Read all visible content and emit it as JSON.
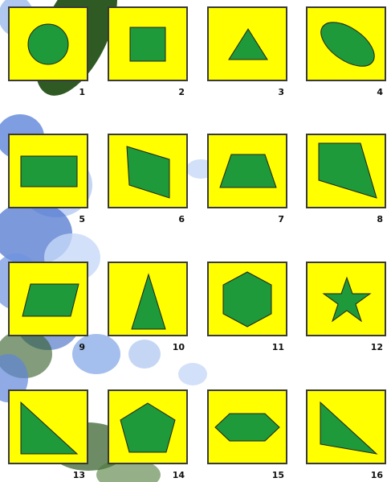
{
  "colors": {
    "card": "#ffff00",
    "shape": "#1e9a3a",
    "border": "#3a3a3a"
  },
  "cards": [
    {
      "label": "1",
      "shape": "circle"
    },
    {
      "label": "2",
      "shape": "square"
    },
    {
      "label": "3",
      "shape": "triangle"
    },
    {
      "label": "4",
      "shape": "ellipse"
    },
    {
      "label": "5",
      "shape": "rectangle"
    },
    {
      "label": "6",
      "shape": "quadrilateral"
    },
    {
      "label": "7",
      "shape": "trapezoid"
    },
    {
      "label": "8",
      "shape": "quadrilateral"
    },
    {
      "label": "9",
      "shape": "parallelogram"
    },
    {
      "label": "10",
      "shape": "tall-triangle"
    },
    {
      "label": "11",
      "shape": "hexagon"
    },
    {
      "label": "12",
      "shape": "star"
    },
    {
      "label": "13",
      "shape": "right-triangle"
    },
    {
      "label": "14",
      "shape": "pentagon"
    },
    {
      "label": "15",
      "shape": "flat-hexagon"
    },
    {
      "label": "16",
      "shape": "right-triangle"
    }
  ]
}
